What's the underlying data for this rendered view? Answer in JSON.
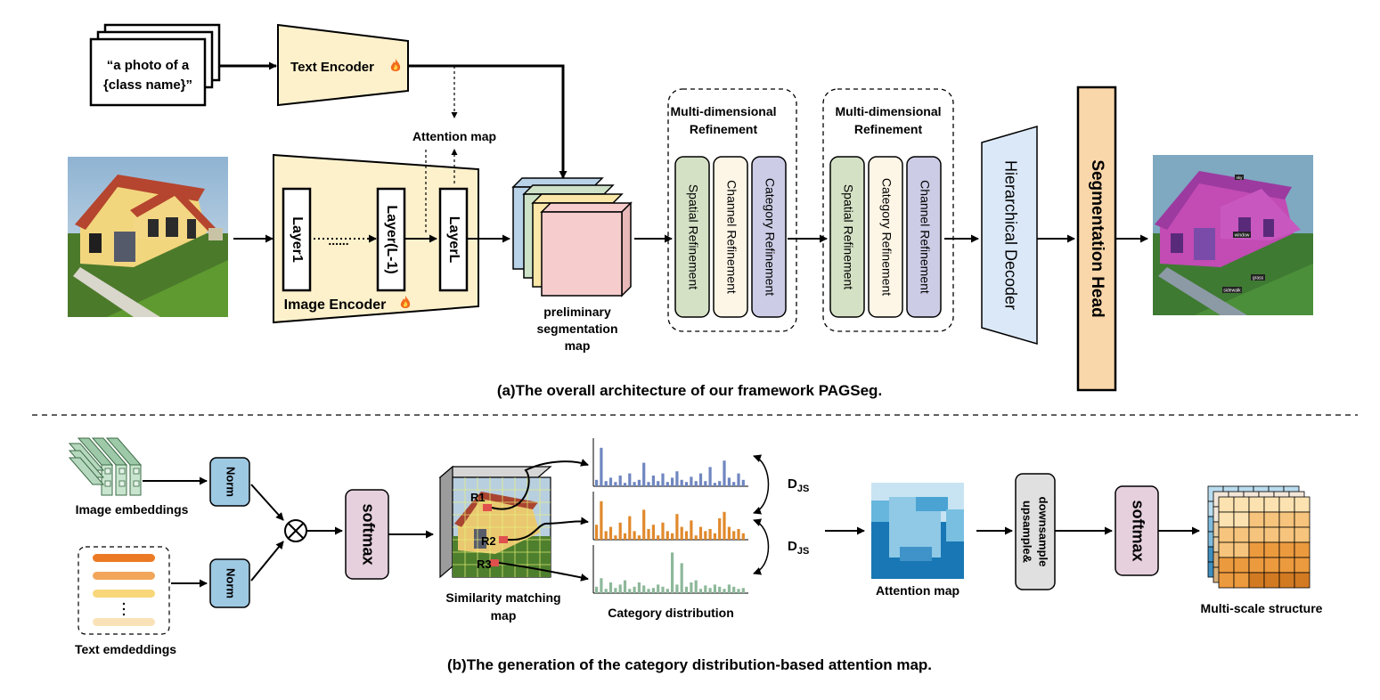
{
  "colors": {
    "encoder_fill": "#fdf1cc",
    "spatial_fill": "#d4e1c5",
    "channel_fill": "#fdf5e6",
    "category_fill": "#cccce6",
    "decoder_fill": "#dbe8f8",
    "head_fill": "#fad7aa",
    "norm_fill": "#9ec9e3",
    "softmax_fill": "#e6d0de",
    "updown_fill": "#e0e0e0",
    "bar_blue": "#6f86c0",
    "bar_orange": "#e1892c",
    "bar_green": "#8db89a",
    "attn_light": "#b9dcef",
    "attn_mid": "#5fb2d9",
    "attn_dark": "#1877b4"
  },
  "text_prompt": {
    "line1": "“a photo of a",
    "line2": "{class name}”"
  },
  "text_encoder": {
    "label": "Text Encoder",
    "icon": "fire-icon"
  },
  "image_encoder": {
    "label": "Image Encoder",
    "icon": "fire-icon",
    "layers": [
      "Layer1",
      "Layer(L-1)",
      "LayerL"
    ],
    "ellipsis": "......"
  },
  "attention_map_label_a": "Attention map",
  "preliminary": {
    "line1": "preliminary",
    "line2": "segmentation",
    "line3": "map"
  },
  "refinement_1": {
    "title_line1": "Multi-dimensional",
    "title_line2": "Refinement",
    "blocks": [
      "Spatial Refinement",
      "Channel Refinement",
      "Category Refinement"
    ]
  },
  "refinement_2": {
    "title_line1": "Multi-dimensional",
    "title_line2": "Refinement",
    "blocks": [
      "Spatial Refinement",
      "Category Refinement",
      "Channel Refinement"
    ]
  },
  "hierarchical_decoder": "Hierarchical Decoder",
  "segmentation_head": "Segmentation Head",
  "caption_a": "(a)The overall architecture of our framework PAGSeg.",
  "panel_b": {
    "image_embeddings": "Image embeddings",
    "text_embeddings": "Text emdeddings",
    "norm_1": "Norm",
    "norm_2": "Norm",
    "multiply_symbol": "⊗",
    "softmax_1": "softmax",
    "similarity_line1": "Similarity matching",
    "similarity_line2": "map",
    "regions": [
      "R1",
      "R2",
      "R3"
    ],
    "category_distribution": "Category distribution",
    "djs_1": "DJS",
    "djs_2": "DJS",
    "attention_map": "Attention map",
    "updown_line1": "upsample&",
    "updown_line2": "downsample",
    "softmax_2": "softmax",
    "multi_scale": "Multi-scale structure"
  },
  "seg_labels": [
    "window",
    "grass",
    "sidewalk",
    "sky"
  ],
  "caption_b": "(b)The generation of the category distribution-based attention map.",
  "histograms": [
    {
      "series": "blue",
      "values": [
        0.15,
        0.9,
        0.12,
        0.2,
        0.1,
        0.25,
        0.08,
        0.3,
        0.1,
        0.15,
        0.55,
        0.1,
        0.25,
        0.12,
        0.3,
        0.1,
        0.2,
        0.35,
        0.15,
        0.1,
        0.22,
        0.12,
        0.3,
        0.12,
        0.45,
        0.08,
        0.12,
        0.6,
        0.2,
        0.1,
        0.3,
        0.15
      ]
    },
    {
      "series": "orange",
      "values": [
        0.35,
        0.9,
        0.2,
        0.3,
        0.1,
        0.4,
        0.15,
        0.55,
        0.2,
        0.1,
        0.7,
        0.25,
        0.35,
        0.1,
        0.4,
        0.2,
        0.15,
        0.6,
        0.3,
        0.2,
        0.45,
        0.1,
        0.3,
        0.2,
        0.25,
        0.15,
        0.5,
        0.65,
        0.3,
        0.2,
        0.25,
        0.15
      ]
    },
    {
      "series": "green",
      "values": [
        0.15,
        0.35,
        0.1,
        0.25,
        0.12,
        0.2,
        0.3,
        0.1,
        0.15,
        0.25,
        0.18,
        0.1,
        0.12,
        0.2,
        0.15,
        0.1,
        0.95,
        0.2,
        0.7,
        0.15,
        0.25,
        0.3,
        0.1,
        0.18,
        0.12,
        0.2,
        0.15,
        0.1,
        0.2,
        0.15,
        0.1,
        0.12
      ]
    }
  ]
}
